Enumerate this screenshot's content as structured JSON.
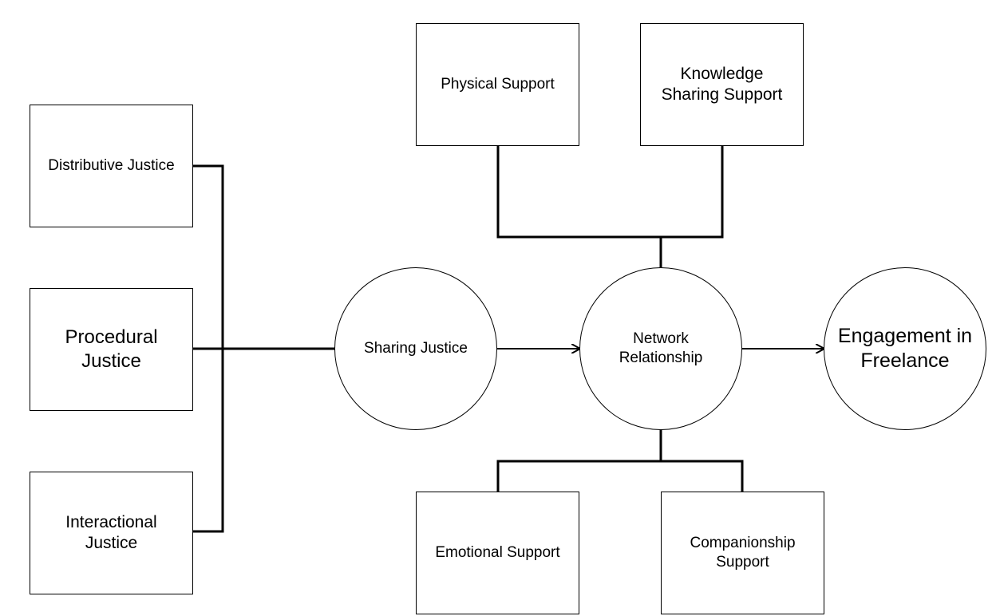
{
  "nodes": {
    "distributive_justice": "Distributive Justice",
    "procedural_justice": "Procedural\nJustice",
    "interactional_justice": "Interactional\nJustice",
    "sharing_justice": "Sharing Justice",
    "network_relationship": "Network\nRelationship",
    "engagement_in_freelance": "Engagement in\nFreelance",
    "physical_support": "Physical Support",
    "knowledge_sharing_support": "Knowledge\nSharing Support",
    "emotional_support": "Emotional Support",
    "companionship_support": "Companionship\nSupport"
  },
  "colors": {
    "line": "#000000",
    "fill": "#ffffff"
  }
}
